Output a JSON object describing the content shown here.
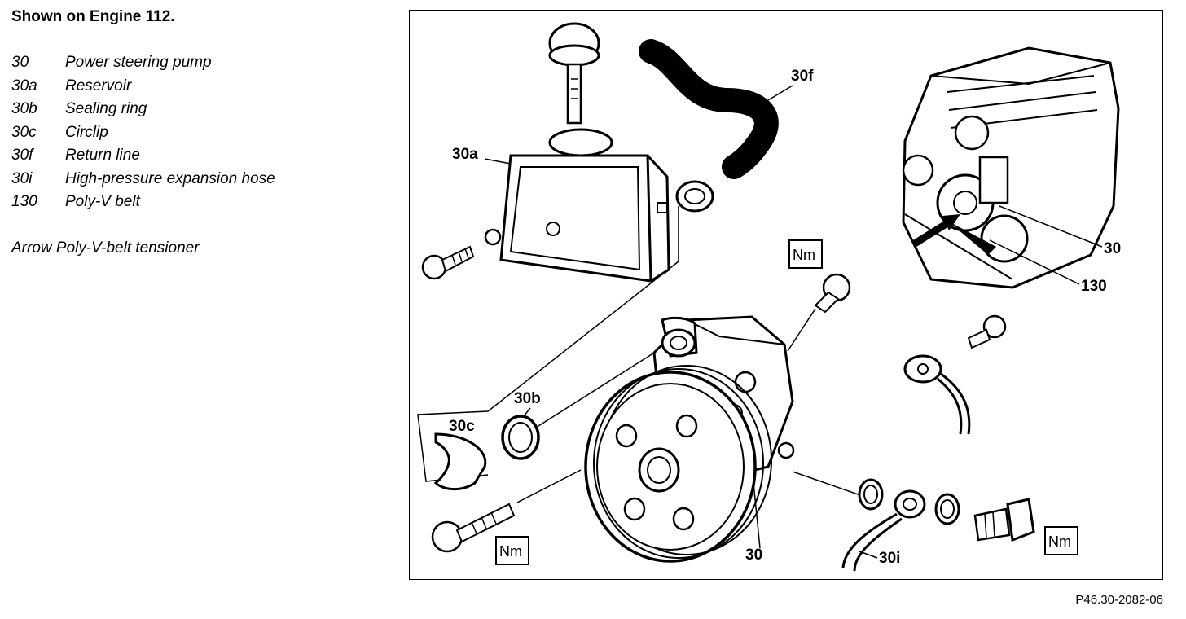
{
  "heading": "Shown on Engine 112.",
  "legend": [
    {
      "code": "30",
      "label": "Power steering pump"
    },
    {
      "code": "30a",
      "label": "Reservoir"
    },
    {
      "code": "30b",
      "label": "Sealing ring"
    },
    {
      "code": "30c",
      "label": "Circlip"
    },
    {
      "code": "30f",
      "label": "Return line"
    },
    {
      "code": "30i",
      "label": "High-pressure expansion hose"
    },
    {
      "code": "130",
      "label": "Poly-V belt"
    }
  ],
  "note": "Arrow Poly-V-belt tensioner",
  "figure": {
    "callouts": {
      "c30a": "30a",
      "c30f": "30f",
      "c30b": "30b",
      "c30c": "30c",
      "c30": "30",
      "c30i": "30i",
      "c30_engine": "30",
      "c130": "130"
    },
    "torque_label": "Nm"
  },
  "reference": "P46.30-2082-06"
}
